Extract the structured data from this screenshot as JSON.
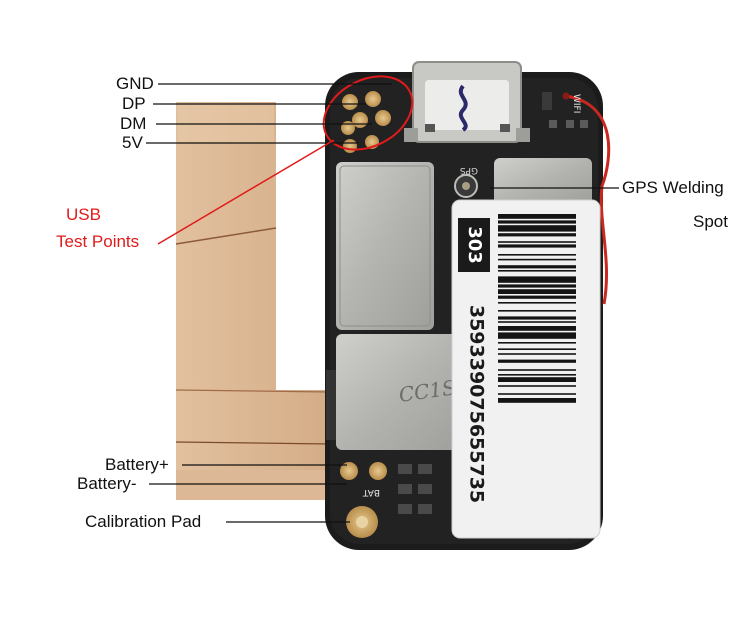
{
  "labels": {
    "gnd": "GND",
    "dp": "DP",
    "dm": "DM",
    "v5": "5V",
    "usb_line1": "USB",
    "usb_line2": "Test Points",
    "gps_line1": "GPS Welding",
    "gps_line2": "Spot",
    "battery_plus": "Battery+",
    "battery_minus": "Battery-",
    "calibration": "Calibration Pad"
  },
  "sticker": {
    "code": "303",
    "number": "359339075655735"
  },
  "silkscreen": {
    "wifi": "WIFI",
    "gps": "GPS",
    "bat": "BAT"
  },
  "colors": {
    "annotation_red": "#e01b1b",
    "pcb": "#1a1a1a",
    "shield": "#b9b9b6",
    "flex_tape": "#d9b48f",
    "copper_pad": "#c9a46a"
  }
}
